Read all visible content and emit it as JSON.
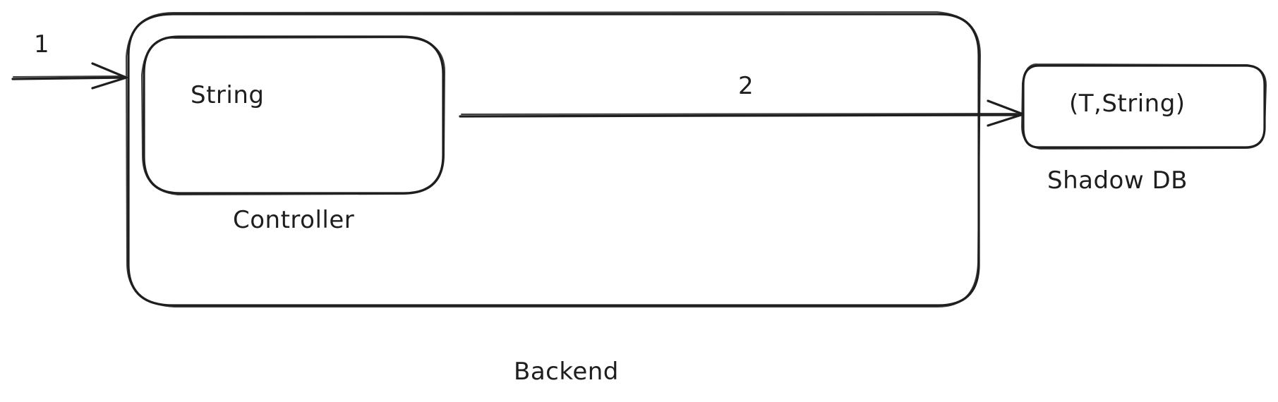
{
  "labels": {
    "arrow_1": "1",
    "arrow_2": "2",
    "controller_content": "String",
    "controller_title": "Controller",
    "backend_title": "Backend",
    "shadow_db_content": "(T,String)",
    "shadow_db_title": "Shadow DB"
  },
  "colors": {
    "stroke": "#1e1e1e",
    "background": "#ffffff"
  }
}
